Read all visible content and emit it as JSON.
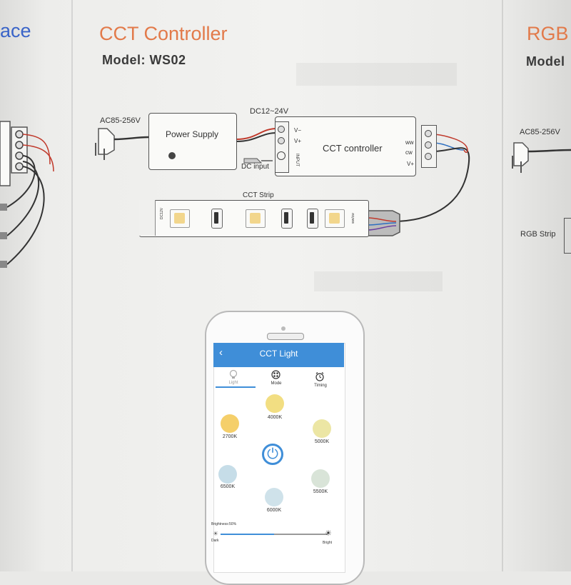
{
  "left_panel": {
    "heading_fragment": "ace"
  },
  "center_panel": {
    "title": "CCT Controller",
    "model": "Model: WS02",
    "ac_label": "AC85-256V",
    "power_supply": "Power Supply",
    "dc_label": "DC12~24V",
    "dc_input": "DC input",
    "input_vert": "INPUT",
    "vminus": "V−",
    "vplus": "V+",
    "controller": "CCT controller",
    "ww": "ww",
    "cw": "cw",
    "out_vplus": "V+",
    "strip_label": "CCT Strip",
    "strip_tag": "DC12V",
    "strip_tag_right": "ww/cw"
  },
  "right_panel": {
    "title": "RGB",
    "model": "Model",
    "ac_label": "AC85-256V",
    "strip_label": "RGB Strip"
  },
  "app": {
    "title": "CCT Light",
    "back": "‹",
    "tabs": [
      {
        "label": "Light"
      },
      {
        "label": "Mode"
      },
      {
        "label": "Timing"
      }
    ],
    "swatches": [
      {
        "label": "4000K",
        "color": "#f2de82"
      },
      {
        "label": "2700K",
        "color": "#f5cf6a"
      },
      {
        "label": "5000K",
        "color": "#ece6a4"
      },
      {
        "label": "6500K",
        "color": "#c6dde8"
      },
      {
        "label": "5500K",
        "color": "#d9e4d8"
      },
      {
        "label": "6000K",
        "color": "#cfe2ea"
      }
    ],
    "brightness_label": "Brightness:50%",
    "brightness_value": 50,
    "dark_label": "Dark",
    "bright_label": "Bright"
  },
  "colors": {
    "accent": "#3f8ed8",
    "title_orange": "#e27a4a",
    "title_blue": "#3a64c8",
    "wire_red": "#c0392b",
    "wire_blue": "#2e6fc0"
  }
}
